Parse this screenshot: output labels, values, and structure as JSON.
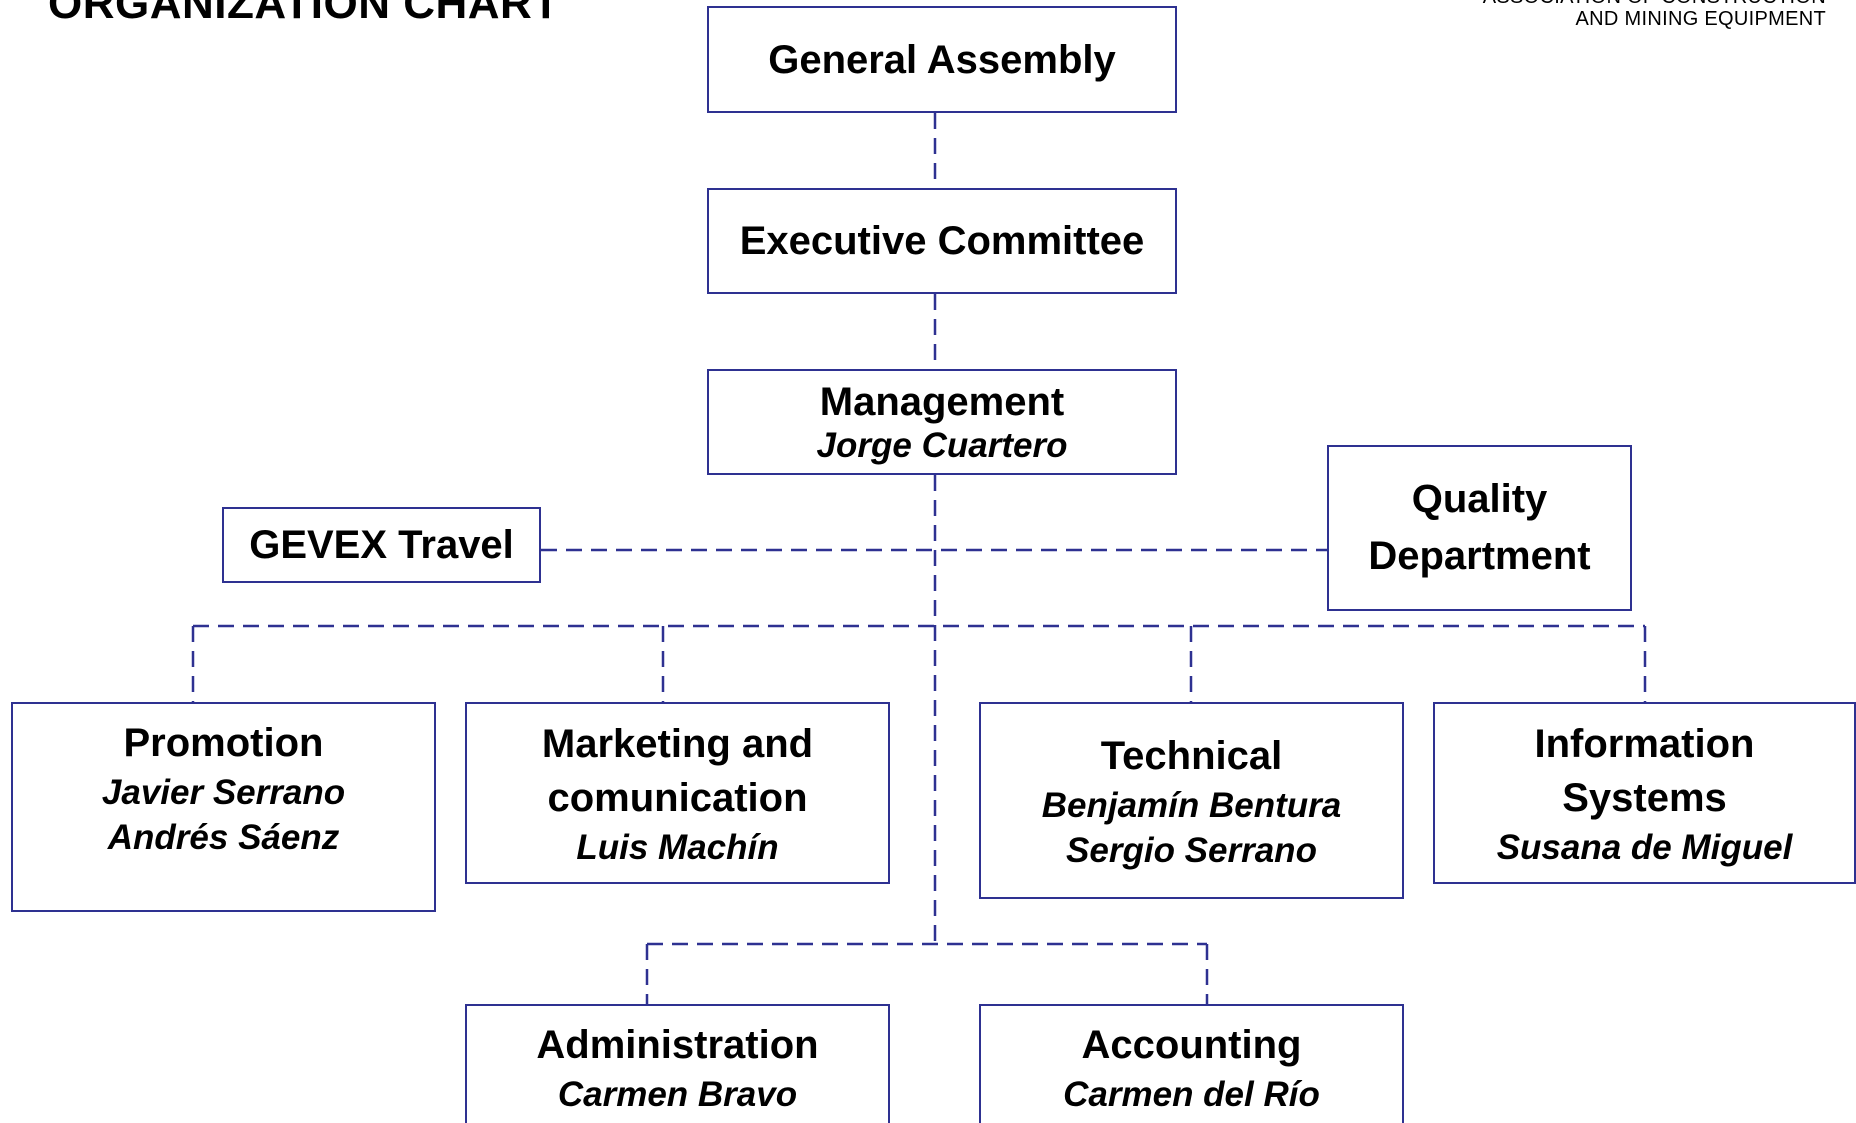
{
  "header": {
    "title": "ORGANIZATION CHART",
    "logo_lines": [
      "ASSOCIATION OF CONSTRUCTION",
      "AND MINING EQUIPMENT"
    ]
  },
  "colors": {
    "connector": "#2e3191",
    "box_border": "#2e3191",
    "text": "#000000"
  },
  "nodes": {
    "general_assembly": {
      "title": "General Assembly"
    },
    "executive_committee": {
      "title": "Executive Committee"
    },
    "management": {
      "title": "Management",
      "people": [
        "Jorge Cuartero"
      ]
    },
    "gevex_travel": {
      "title": "GEVEX Travel"
    },
    "quality_department": {
      "title_lines": [
        "Quality",
        "Department"
      ]
    },
    "promotion": {
      "title": "Promotion",
      "people": [
        "Javier Serrano",
        "Andrés Sáenz"
      ]
    },
    "marketing": {
      "title_lines": [
        "Marketing and",
        "comunication"
      ],
      "people": [
        "Luis Machín"
      ]
    },
    "technical": {
      "title": "Technical",
      "people": [
        "Benjamín Bentura",
        "Sergio Serrano"
      ]
    },
    "information_systems": {
      "title_lines": [
        "Information",
        "Systems"
      ],
      "people": [
        "Susana de Miguel"
      ]
    },
    "administration": {
      "title": "Administration",
      "people": [
        "Carmen Bravo"
      ]
    },
    "accounting": {
      "title": "Accounting",
      "people": [
        "Carmen del Río"
      ]
    }
  }
}
